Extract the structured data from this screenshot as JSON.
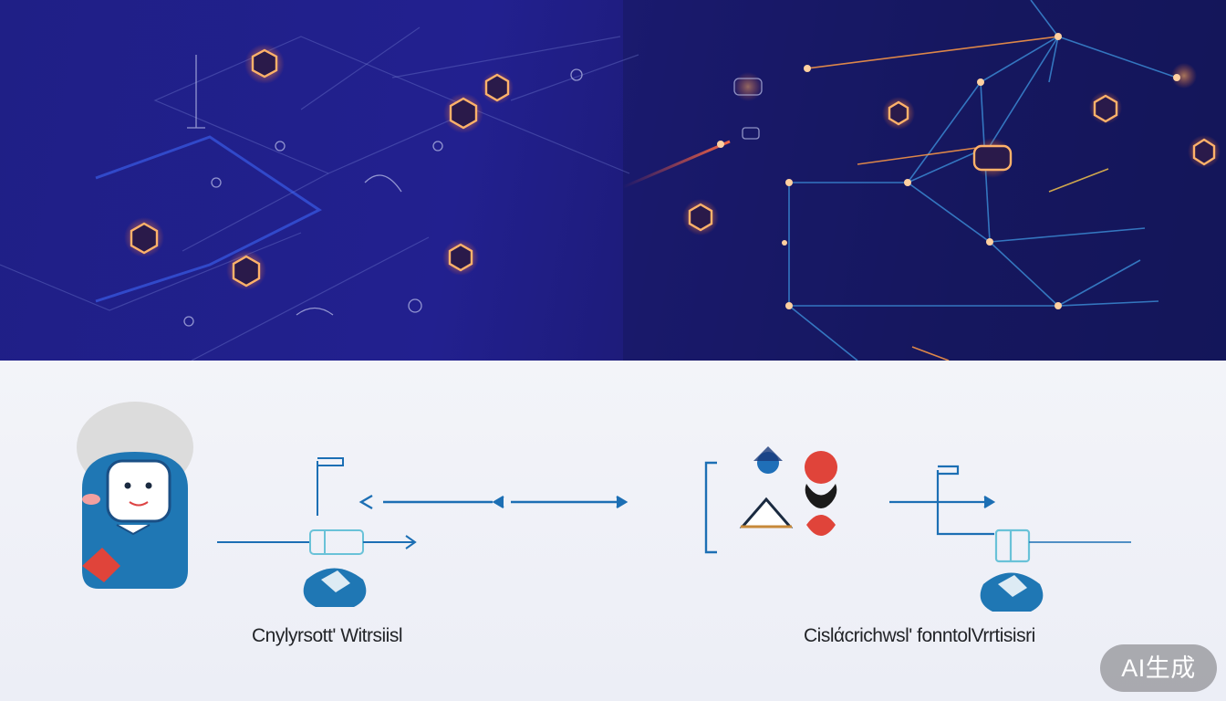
{
  "captions": {
    "left": "Cnylyrsott' Witrsiisl",
    "right": "Cislάcrichwsl' fonntolVrrtisisri"
  },
  "badge": {
    "label": "AI生成"
  },
  "colors": {
    "hero_bg": "#1f1f86",
    "node_glow": "#ff8a3d",
    "line_blue": "#1c6fb4",
    "character_blue": "#1f77b4",
    "accent_red": "#e0443a"
  },
  "icons": [
    "network-node-icon",
    "robot-avatar-icon",
    "person-icon",
    "warning-triangle-icon",
    "arrow-icon",
    "connector-icon"
  ]
}
